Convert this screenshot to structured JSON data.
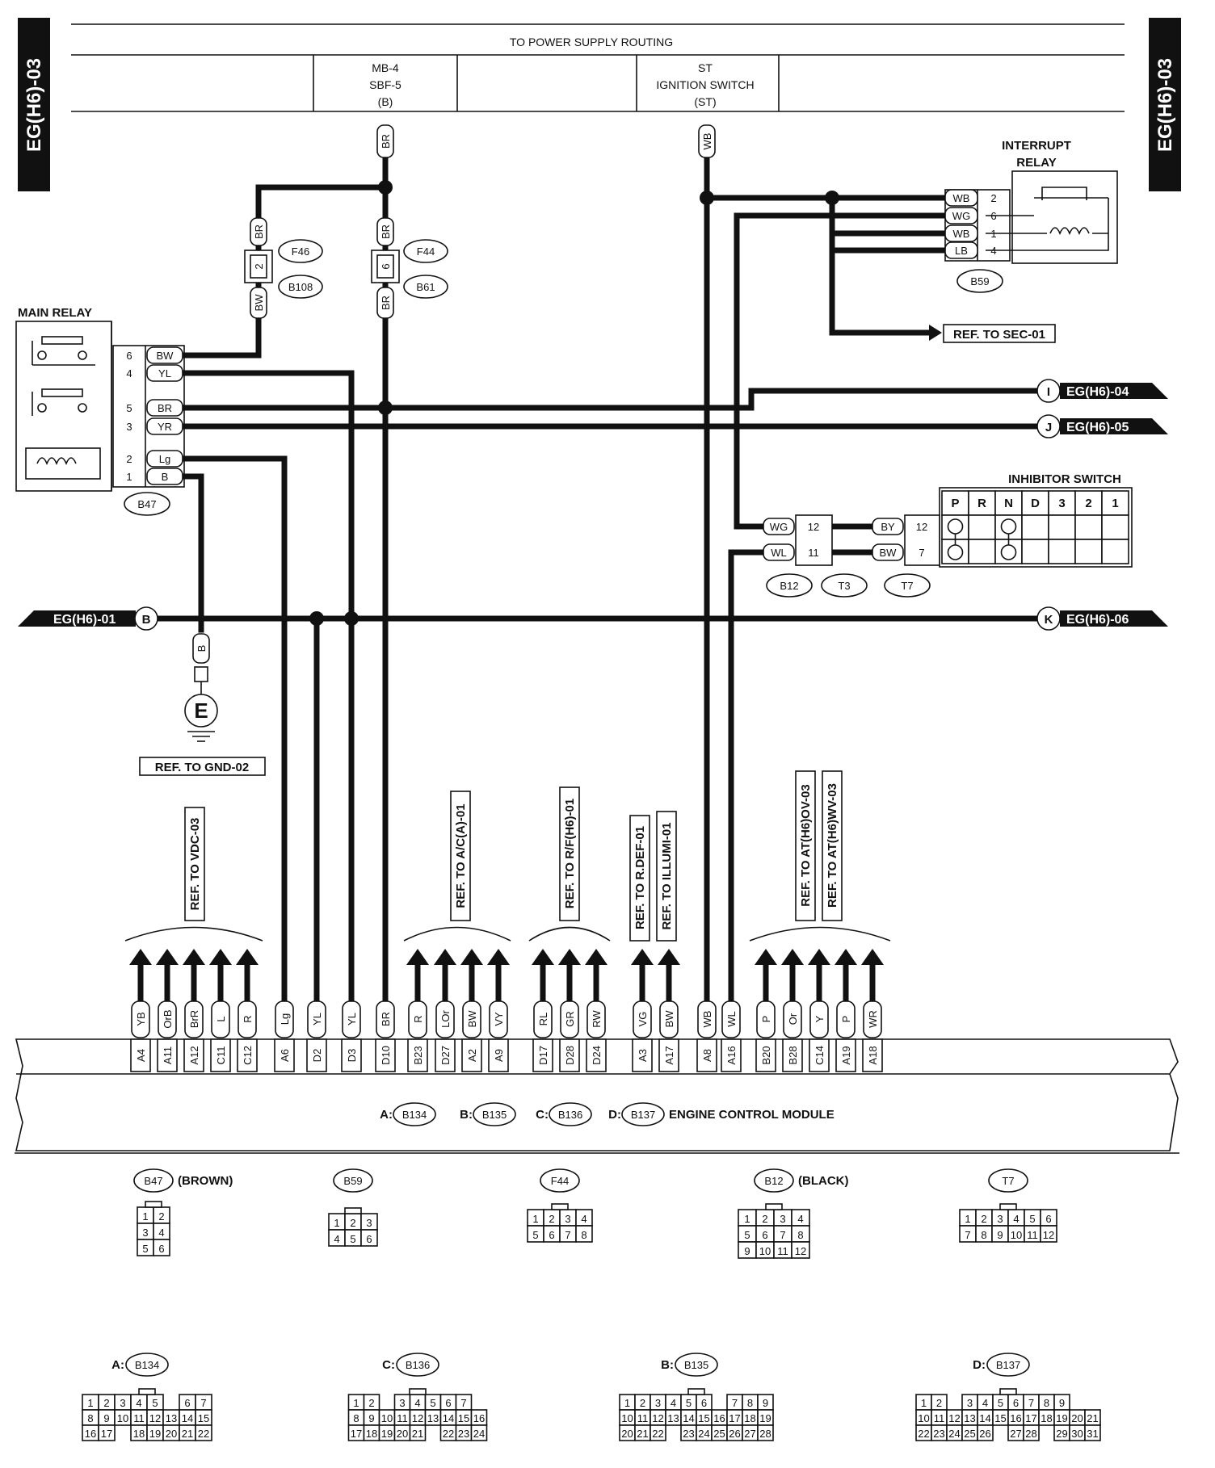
{
  "page_tag": "EG(H6)-03",
  "header": {
    "title": "TO POWER SUPPLY ROUTING",
    "supply_b_lines": [
      "MB-4",
      "SBF-5",
      "(B)"
    ],
    "supply_st_lines": [
      "ST",
      "IGNITION SWITCH",
      "(ST)"
    ]
  },
  "components": {
    "main_relay": "MAIN RELAY",
    "interrupt_relay": [
      "INTERRUPT",
      "RELAY"
    ],
    "inhibitor_switch": "INHIBITOR SWITCH",
    "ecm": "ENGINE CONTROL MODULE",
    "ecm_connectors": [
      {
        "prefix": "A:",
        "id": "B134"
      },
      {
        "prefix": "B:",
        "id": "B135"
      },
      {
        "prefix": "C:",
        "id": "B136"
      },
      {
        "prefix": "D:",
        "id": "B137"
      }
    ]
  },
  "main_relay_pins": [
    {
      "pin": "6",
      "wire": "BW"
    },
    {
      "pin": "4",
      "wire": "YL"
    },
    {
      "pin": "5",
      "wire": "BR"
    },
    {
      "pin": "3",
      "wire": "YR"
    },
    {
      "pin": "2",
      "wire": "Lg"
    },
    {
      "pin": "1",
      "wire": "B"
    }
  ],
  "interrupt_relay_pins": [
    {
      "wire": "WB",
      "pin": "2"
    },
    {
      "wire": "WG",
      "pin": "6"
    },
    {
      "wire": "WB",
      "pin": "1"
    },
    {
      "wire": "LB",
      "pin": "4"
    }
  ],
  "b12_pins": [
    {
      "wire": "WG",
      "pin": "12"
    },
    {
      "wire": "WL",
      "pin": "11"
    }
  ],
  "t7_pins": [
    {
      "wire": "BY",
      "pin": "12"
    },
    {
      "wire": "BW",
      "pin": "7"
    }
  ],
  "inhibitor_positions": [
    "P",
    "R",
    "N",
    "D",
    "3",
    "2",
    "1"
  ],
  "connector_ids": {
    "b47": "B47",
    "b59": "B59",
    "f46": "F46",
    "f44": "F44",
    "b108": "B108",
    "b61": "B61",
    "b12": "B12",
    "t3": "T3",
    "t7": "T7",
    "ground": "E"
  },
  "fuse_wires": {
    "f46_top": "BR",
    "f46_pin": "2",
    "f46_bottom": "BW",
    "f44_top": "BR",
    "f44_pin": "6",
    "f44_bottom": "BR",
    "supply_b_wire": "BR",
    "supply_st_wire": "WB",
    "ground_wire": "B"
  },
  "refs": {
    "sec": "REF. TO SEC-01",
    "gnd": "REF. TO GND-02",
    "vdc": "REF. TO VDC-03",
    "ac": "REF. TO A/C(A)-01",
    "rf": "REF. TO R/F(H6)-01",
    "rdef": "REF. TO R.DEF-01",
    "illumi": "REF. TO ILLUMI-01",
    "ov": "REF. TO AT(H6)OV-03",
    "wv": "REF. TO AT(H6)WV-03"
  },
  "page_links": {
    "i": {
      "letter": "I",
      "page": "EG(H6)-04"
    },
    "j": {
      "letter": "J",
      "page": "EG(H6)-05"
    },
    "b": {
      "letter": "B",
      "page": "EG(H6)-01"
    },
    "k": {
      "letter": "K",
      "page": "EG(H6)-06"
    }
  },
  "ecm_terminals": [
    {
      "wire": "YB",
      "term": "A4"
    },
    {
      "wire": "OrB",
      "term": "A11"
    },
    {
      "wire": "BrR",
      "term": "A12"
    },
    {
      "wire": "L",
      "term": "C11"
    },
    {
      "wire": "R",
      "term": "C12"
    },
    {
      "wire": "Lg",
      "term": "A6"
    },
    {
      "wire": "YL",
      "term": "D2"
    },
    {
      "wire": "YL",
      "term": "D3"
    },
    {
      "wire": "BR",
      "term": "D10"
    },
    {
      "wire": "R",
      "term": "B23"
    },
    {
      "wire": "LOr",
      "term": "D27"
    },
    {
      "wire": "BW",
      "term": "A2"
    },
    {
      "wire": "VY",
      "term": "A9"
    },
    {
      "wire": "RL",
      "term": "D17"
    },
    {
      "wire": "GR",
      "term": "D28"
    },
    {
      "wire": "RW",
      "term": "D24"
    },
    {
      "wire": "VG",
      "term": "A3"
    },
    {
      "wire": "BW",
      "term": "A17"
    },
    {
      "wire": "WB",
      "term": "A8"
    },
    {
      "wire": "WL",
      "term": "A16"
    },
    {
      "wire": "P",
      "term": "B20"
    },
    {
      "wire": "Or",
      "term": "B28"
    },
    {
      "wire": "Y",
      "term": "C14"
    },
    {
      "wire": "P",
      "term": "A19"
    },
    {
      "wire": "WR",
      "term": "A18"
    }
  ],
  "connector_views": [
    {
      "id": "B47",
      "note": "(BROWN)",
      "rows": [
        [
          "1",
          "2"
        ],
        [
          "3",
          "4"
        ],
        [
          "5",
          "6"
        ]
      ]
    },
    {
      "id": "B59",
      "note": "",
      "rows": [
        [
          "1",
          "2",
          "3"
        ],
        [
          "4",
          "5",
          "6"
        ]
      ]
    },
    {
      "id": "F44",
      "note": "",
      "rows": [
        [
          "1",
          "2",
          "3",
          "4"
        ],
        [
          "5",
          "6",
          "7",
          "8"
        ]
      ]
    },
    {
      "id": "B12",
      "note": "(BLACK)",
      "rows": [
        [
          "1",
          "2",
          "3",
          "4"
        ],
        [
          "5",
          "6",
          "7",
          "8"
        ],
        [
          "9",
          "10",
          "11",
          "12"
        ]
      ]
    },
    {
      "id": "T7",
      "note": "",
      "rows": [
        [
          "1",
          "2",
          "3",
          "4",
          "5",
          "6"
        ],
        [
          "7",
          "8",
          "9",
          "10",
          "11",
          "12"
        ]
      ]
    }
  ],
  "ecm_connector_views": [
    {
      "prefix": "A:",
      "id": "B134",
      "rows": [
        [
          "1",
          "2",
          "3",
          "4",
          "5",
          "",
          "6",
          "7"
        ],
        [
          "8",
          "9",
          "10",
          "11",
          "12",
          "13",
          "14",
          "15"
        ],
        [
          "16",
          "17",
          "",
          "18",
          "19",
          "20",
          "21",
          "22"
        ]
      ]
    },
    {
      "prefix": "C:",
      "id": "B136",
      "rows": [
        [
          "1",
          "2",
          "",
          "3",
          "4",
          "5",
          "6",
          "7"
        ],
        [
          "8",
          "9",
          "10",
          "11",
          "12",
          "13",
          "14",
          "15",
          "16"
        ],
        [
          "17",
          "18",
          "19",
          "20",
          "21",
          "",
          "22",
          "23",
          "24"
        ]
      ]
    },
    {
      "prefix": "B:",
      "id": "B135",
      "rows": [
        [
          "1",
          "2",
          "3",
          "4",
          "5",
          "6",
          "",
          "7",
          "8",
          "9"
        ],
        [
          "10",
          "11",
          "12",
          "13",
          "14",
          "15",
          "16",
          "17",
          "18",
          "19"
        ],
        [
          "20",
          "21",
          "22",
          "",
          "23",
          "24",
          "25",
          "26",
          "27",
          "28"
        ]
      ]
    },
    {
      "prefix": "D:",
      "id": "B137",
      "rows": [
        [
          "1",
          "2",
          "",
          "3",
          "4",
          "5",
          "6",
          "7",
          "8",
          "9"
        ],
        [
          "10",
          "11",
          "12",
          "13",
          "14",
          "15",
          "16",
          "17",
          "18",
          "19",
          "20",
          "21"
        ],
        [
          "22",
          "23",
          "24",
          "25",
          "26",
          "",
          "27",
          "28",
          "",
          "29",
          "30",
          "31"
        ]
      ]
    }
  ]
}
